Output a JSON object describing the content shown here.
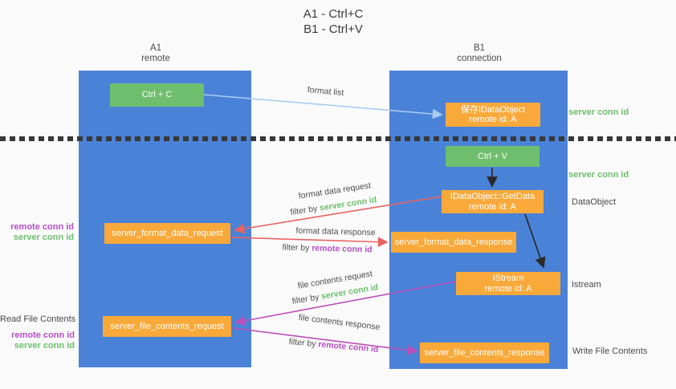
{
  "title": {
    "line1": "A1 - Ctrl+C",
    "line2": "B1 - Ctrl+V"
  },
  "lanes": {
    "left": {
      "name": "A1",
      "subtitle": "remote"
    },
    "right": {
      "name": "B1",
      "subtitle": "connection"
    }
  },
  "nodes": {
    "ctrl_c": {
      "label": "Ctrl + C"
    },
    "save_idataobject": {
      "line1": "保存IDataObject",
      "line2": "remote id: A"
    },
    "ctrl_v": {
      "label": "Ctrl + V"
    },
    "getdata": {
      "line1": "IDataObject::GetData",
      "line2": "remote id: A"
    },
    "format_request": {
      "label": "server_format_data_request"
    },
    "format_response": {
      "label": "server_format_data_response"
    },
    "istream": {
      "line1": "IStream",
      "line2": "remote id: A"
    },
    "file_request": {
      "label": "server_file_contents_request"
    },
    "file_response": {
      "label": "server_file_contents_response"
    }
  },
  "flows": {
    "format_list": {
      "label": "format list"
    },
    "format_data_request": {
      "label": "format data request",
      "filter_prefix": "filter by",
      "filter_key": "server conn id"
    },
    "format_data_response": {
      "label": "format data response",
      "filter_prefix": "filter by",
      "filter_key": "remote conn id"
    },
    "file_contents_request": {
      "label": "file contents request",
      "filter_prefix": "filter by",
      "filter_key": "server conn id"
    },
    "file_contents_response": {
      "label": "file contents response",
      "filter_prefix": "filter by",
      "filter_key": "remote conn id"
    }
  },
  "annotations": {
    "server_conn_id_top": "server conn id",
    "server_conn_id_mid": "server conn id",
    "dataobject": "DataObject",
    "istream": "Istream",
    "write_file_contents": "Write File Contents",
    "read_file_contents": "Read File Contents",
    "left_remote_conn_id_1": "remote conn id",
    "left_server_conn_id_1": "server conn id",
    "left_remote_conn_id_2": "remote conn id",
    "left_server_conn_id_2": "server conn id"
  },
  "colors": {
    "background": "#fafafa",
    "lane_blue": "#4a82d8",
    "node_green": "#6fbe6e",
    "node_orange": "#f9a93a",
    "arrow_light_blue": "#a8cdf0",
    "arrow_red": "#e96361",
    "arrow_magenta": "#bb4fbb",
    "arrow_black": "#2a2a2a",
    "text_green": "#6dbf6c",
    "text_purple": "#b44fc4",
    "text_dark": "#4a4a4a"
  }
}
